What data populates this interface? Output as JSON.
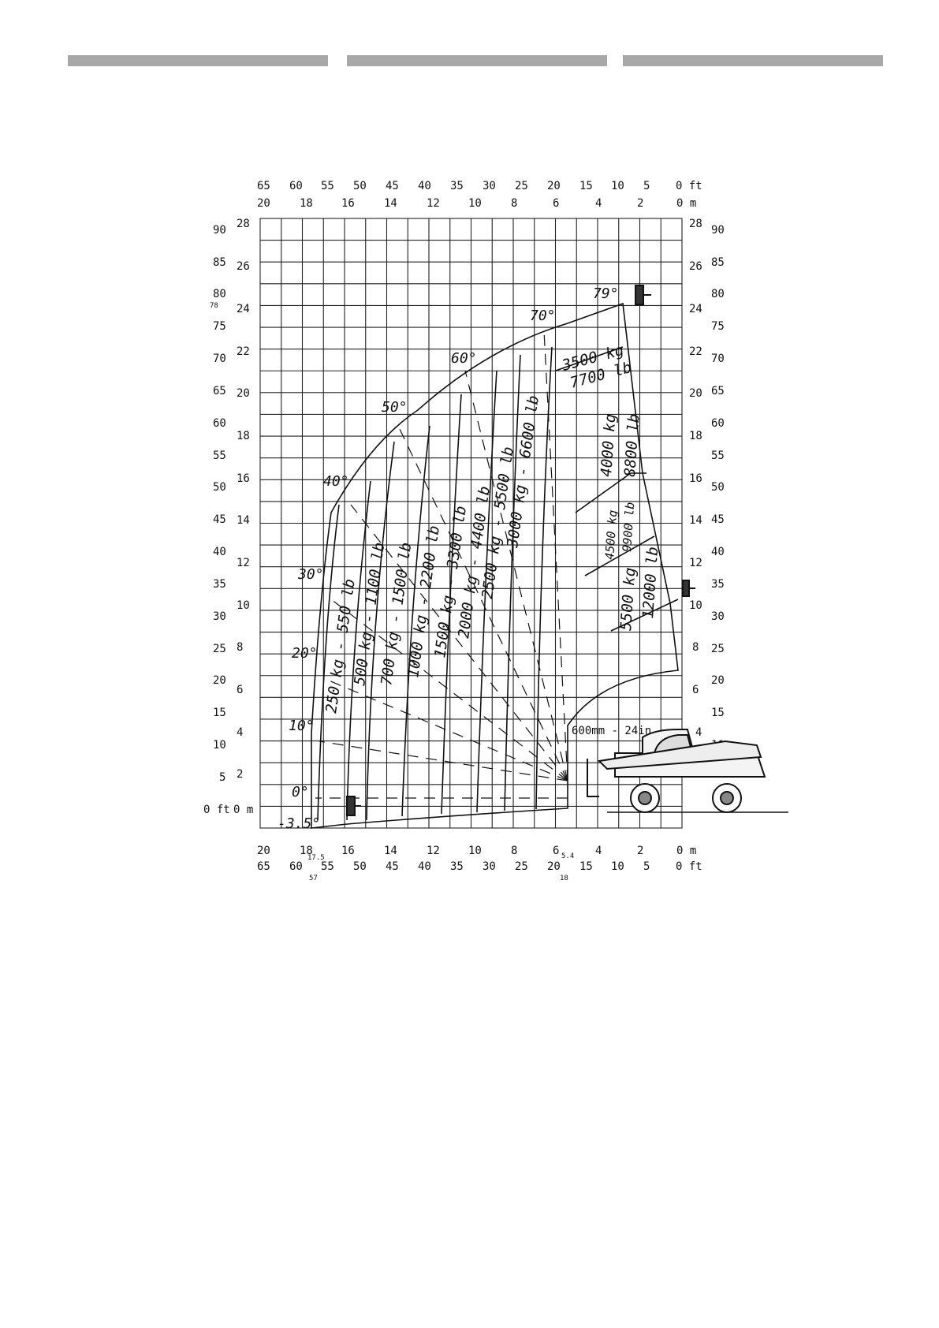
{
  "header": {
    "bar_color": "#a8a8a8",
    "bars": [
      "",
      "",
      ""
    ]
  },
  "axes": {
    "top_ft": [
      "65",
      "60",
      "55",
      "50",
      "45",
      "40",
      "35",
      "30",
      "25",
      "20",
      "15",
      "10",
      "5",
      "0 ft"
    ],
    "top_m": [
      "20",
      "18",
      "16",
      "14",
      "12",
      "10",
      "8",
      "6",
      "4",
      "2",
      "0 m"
    ],
    "bottom_m": [
      "20",
      "18",
      "16",
      "14",
      "12",
      "10",
      "8",
      "6",
      "4",
      "2",
      "0 m"
    ],
    "bottom_ft": [
      "65",
      "60",
      "55",
      "50",
      "45",
      "40",
      "35",
      "30",
      "25",
      "20",
      "15",
      "10",
      "5",
      "0 ft"
    ],
    "bottom_marks": [
      "17.5",
      "57",
      "5.4",
      "18"
    ],
    "left_ft": [
      "90",
      "85",
      "80",
      "78",
      "75",
      "70",
      "65",
      "60",
      "55",
      "50",
      "45",
      "40",
      "35",
      "30",
      "25",
      "20",
      "15",
      "10",
      "5",
      "0 ft"
    ],
    "left_m": [
      "28",
      "26",
      "24",
      "22",
      "20",
      "18",
      "16",
      "14",
      "12",
      "10",
      "8",
      "6",
      "4",
      "2",
      "0 m"
    ],
    "right_m": [
      "28",
      "26",
      "24",
      "22",
      "20",
      "18",
      "16",
      "14",
      "12",
      "10",
      "8",
      "6",
      "4"
    ],
    "right_ft": [
      "90",
      "85",
      "80",
      "75",
      "70",
      "65",
      "60",
      "55",
      "50",
      "45",
      "40",
      "35",
      "30",
      "25",
      "20",
      "15",
      "10"
    ]
  },
  "angles": [
    "79°",
    "70°",
    "60°",
    "50°",
    "40°",
    "30°",
    "20°",
    "10°",
    "0°",
    "-3.5°"
  ],
  "loads": [
    "250 kg - 550 lb",
    "500 kg - 1100 lb",
    "700 kg - 1500 lb",
    "1000 kg - 2200 lb",
    "1500 kg - 3300 lb",
    "2000 kg - 4400 lb",
    "2500 kg - 5500 lb",
    "3000 kg - 6600 lb",
    "3500 kg",
    "7700 lb",
    "4000 kg",
    "8800 lb",
    "4500 kg",
    "9900 lb",
    "5500 kg",
    "12000 lb"
  ],
  "annotation": "600mm - 24in"
}
